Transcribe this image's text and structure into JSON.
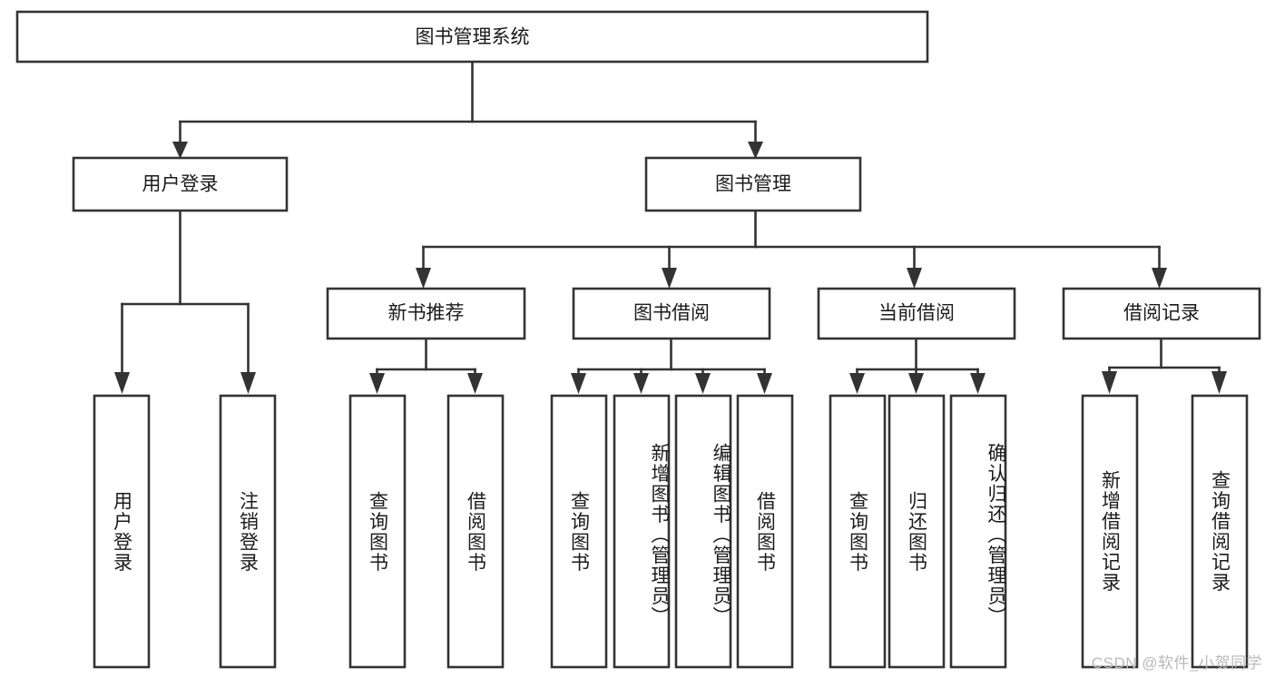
{
  "diagram": {
    "title": "图书管理系统",
    "type": "tree-hierarchy-chart",
    "root": {
      "id": "root",
      "label": "图书管理系统",
      "orientation": "horizontal"
    },
    "level1": [
      {
        "id": "user-login",
        "label": "用户登录",
        "orientation": "horizontal"
      },
      {
        "id": "book-management",
        "label": "图书管理",
        "orientation": "horizontal"
      }
    ],
    "level2": [
      {
        "id": "new-book-recommend",
        "label": "新书推荐",
        "parent": "book-management",
        "orientation": "horizontal"
      },
      {
        "id": "book-borrow",
        "label": "图书借阅",
        "parent": "book-management",
        "orientation": "horizontal"
      },
      {
        "id": "current-borrow",
        "label": "当前借阅",
        "parent": "book-management",
        "orientation": "horizontal"
      },
      {
        "id": "borrow-record",
        "label": "借阅记录",
        "parent": "book-management",
        "orientation": "horizontal"
      }
    ],
    "leaves": [
      {
        "id": "leaf-user-login",
        "label": "用户登录",
        "parent": "user-login",
        "orientation": "vertical"
      },
      {
        "id": "leaf-logout-login",
        "label": "注销登录",
        "parent": "user-login",
        "orientation": "vertical"
      },
      {
        "id": "leaf-query-book-1",
        "label": "查询图书",
        "parent": "new-book-recommend",
        "orientation": "vertical"
      },
      {
        "id": "leaf-borrow-book-1",
        "label": "借阅图书",
        "parent": "new-book-recommend",
        "orientation": "vertical"
      },
      {
        "id": "leaf-query-book-2",
        "label": "查询图书",
        "parent": "book-borrow",
        "orientation": "vertical"
      },
      {
        "id": "leaf-add-book-admin",
        "label": "新增图书（管理员）",
        "parent": "book-borrow",
        "orientation": "vertical"
      },
      {
        "id": "leaf-edit-book-admin",
        "label": "编辑图书（管理员）",
        "parent": "book-borrow",
        "orientation": "vertical"
      },
      {
        "id": "leaf-borrow-book-2",
        "label": "借阅图书",
        "parent": "book-borrow",
        "orientation": "vertical"
      },
      {
        "id": "leaf-query-book-3",
        "label": "查询图书",
        "parent": "current-borrow",
        "orientation": "vertical"
      },
      {
        "id": "leaf-return-book",
        "label": "归还图书",
        "parent": "current-borrow",
        "orientation": "vertical"
      },
      {
        "id": "leaf-confirm-return-admin",
        "label": "确认归还（管理员）",
        "parent": "current-borrow",
        "orientation": "vertical"
      },
      {
        "id": "leaf-add-borrow-record",
        "label": "新增借阅记录",
        "parent": "borrow-record",
        "orientation": "vertical"
      },
      {
        "id": "leaf-query-borrow-record",
        "label": "查询借阅记录",
        "parent": "borrow-record",
        "orientation": "vertical"
      }
    ],
    "colors": {
      "stroke": "#333333",
      "box_fill": "#ffffff",
      "text": "#1b1b1b",
      "background": "#ffffff",
      "watermark": "#b9b9b9"
    }
  },
  "watermark": {
    "text": "CSDN @软件_小贺同学"
  }
}
